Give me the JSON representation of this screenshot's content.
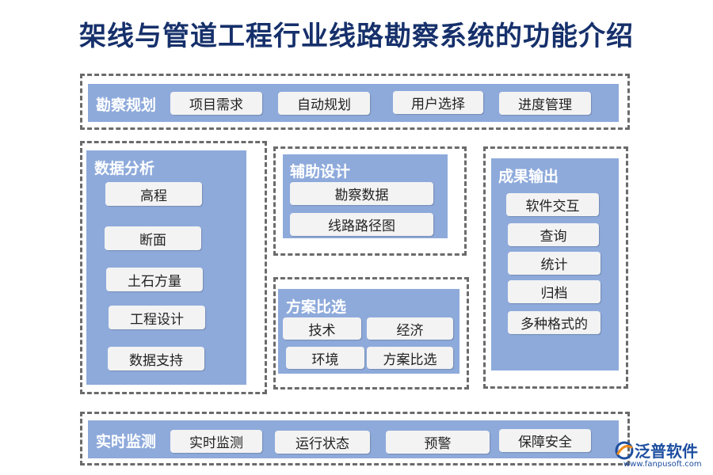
{
  "title": "架线与管道工程行业线路勘察系统的功能介绍",
  "sections": {
    "survey_planning": {
      "title": "勘察规划",
      "items": [
        "项目需求",
        "自动规划",
        "用户选择",
        "进度管理"
      ]
    },
    "data_analysis": {
      "title": "数据分析",
      "items": [
        "高程",
        "断面",
        "土石方量",
        "工程设计",
        "数据支持"
      ]
    },
    "aux_design": {
      "title": "辅助设计",
      "items": [
        "勘察数据",
        "线路路径图"
      ]
    },
    "scheme_compare": {
      "title": "方案比选",
      "items": [
        "技术",
        "经济",
        "环境",
        "方案比选"
      ]
    },
    "output": {
      "title": "成果输出",
      "items": [
        "软件交互",
        "查询",
        "统计",
        "归档",
        "多种格式的"
      ]
    },
    "monitoring": {
      "title": "实时监测",
      "items": [
        "实时监测",
        "运行状态",
        "预警",
        "保障安全"
      ]
    }
  },
  "logo": {
    "name": "泛普软件",
    "url": "www.fanpusoft.com",
    "colors": {
      "brand_blue": "#1e4fa0",
      "brand_orange": "#f08a1c"
    }
  },
  "colors": {
    "title": "#16306b",
    "panel_fill": "#8eaadb",
    "chip_fill": "#f3f3f3",
    "frame_border": "#6b6b6b"
  }
}
